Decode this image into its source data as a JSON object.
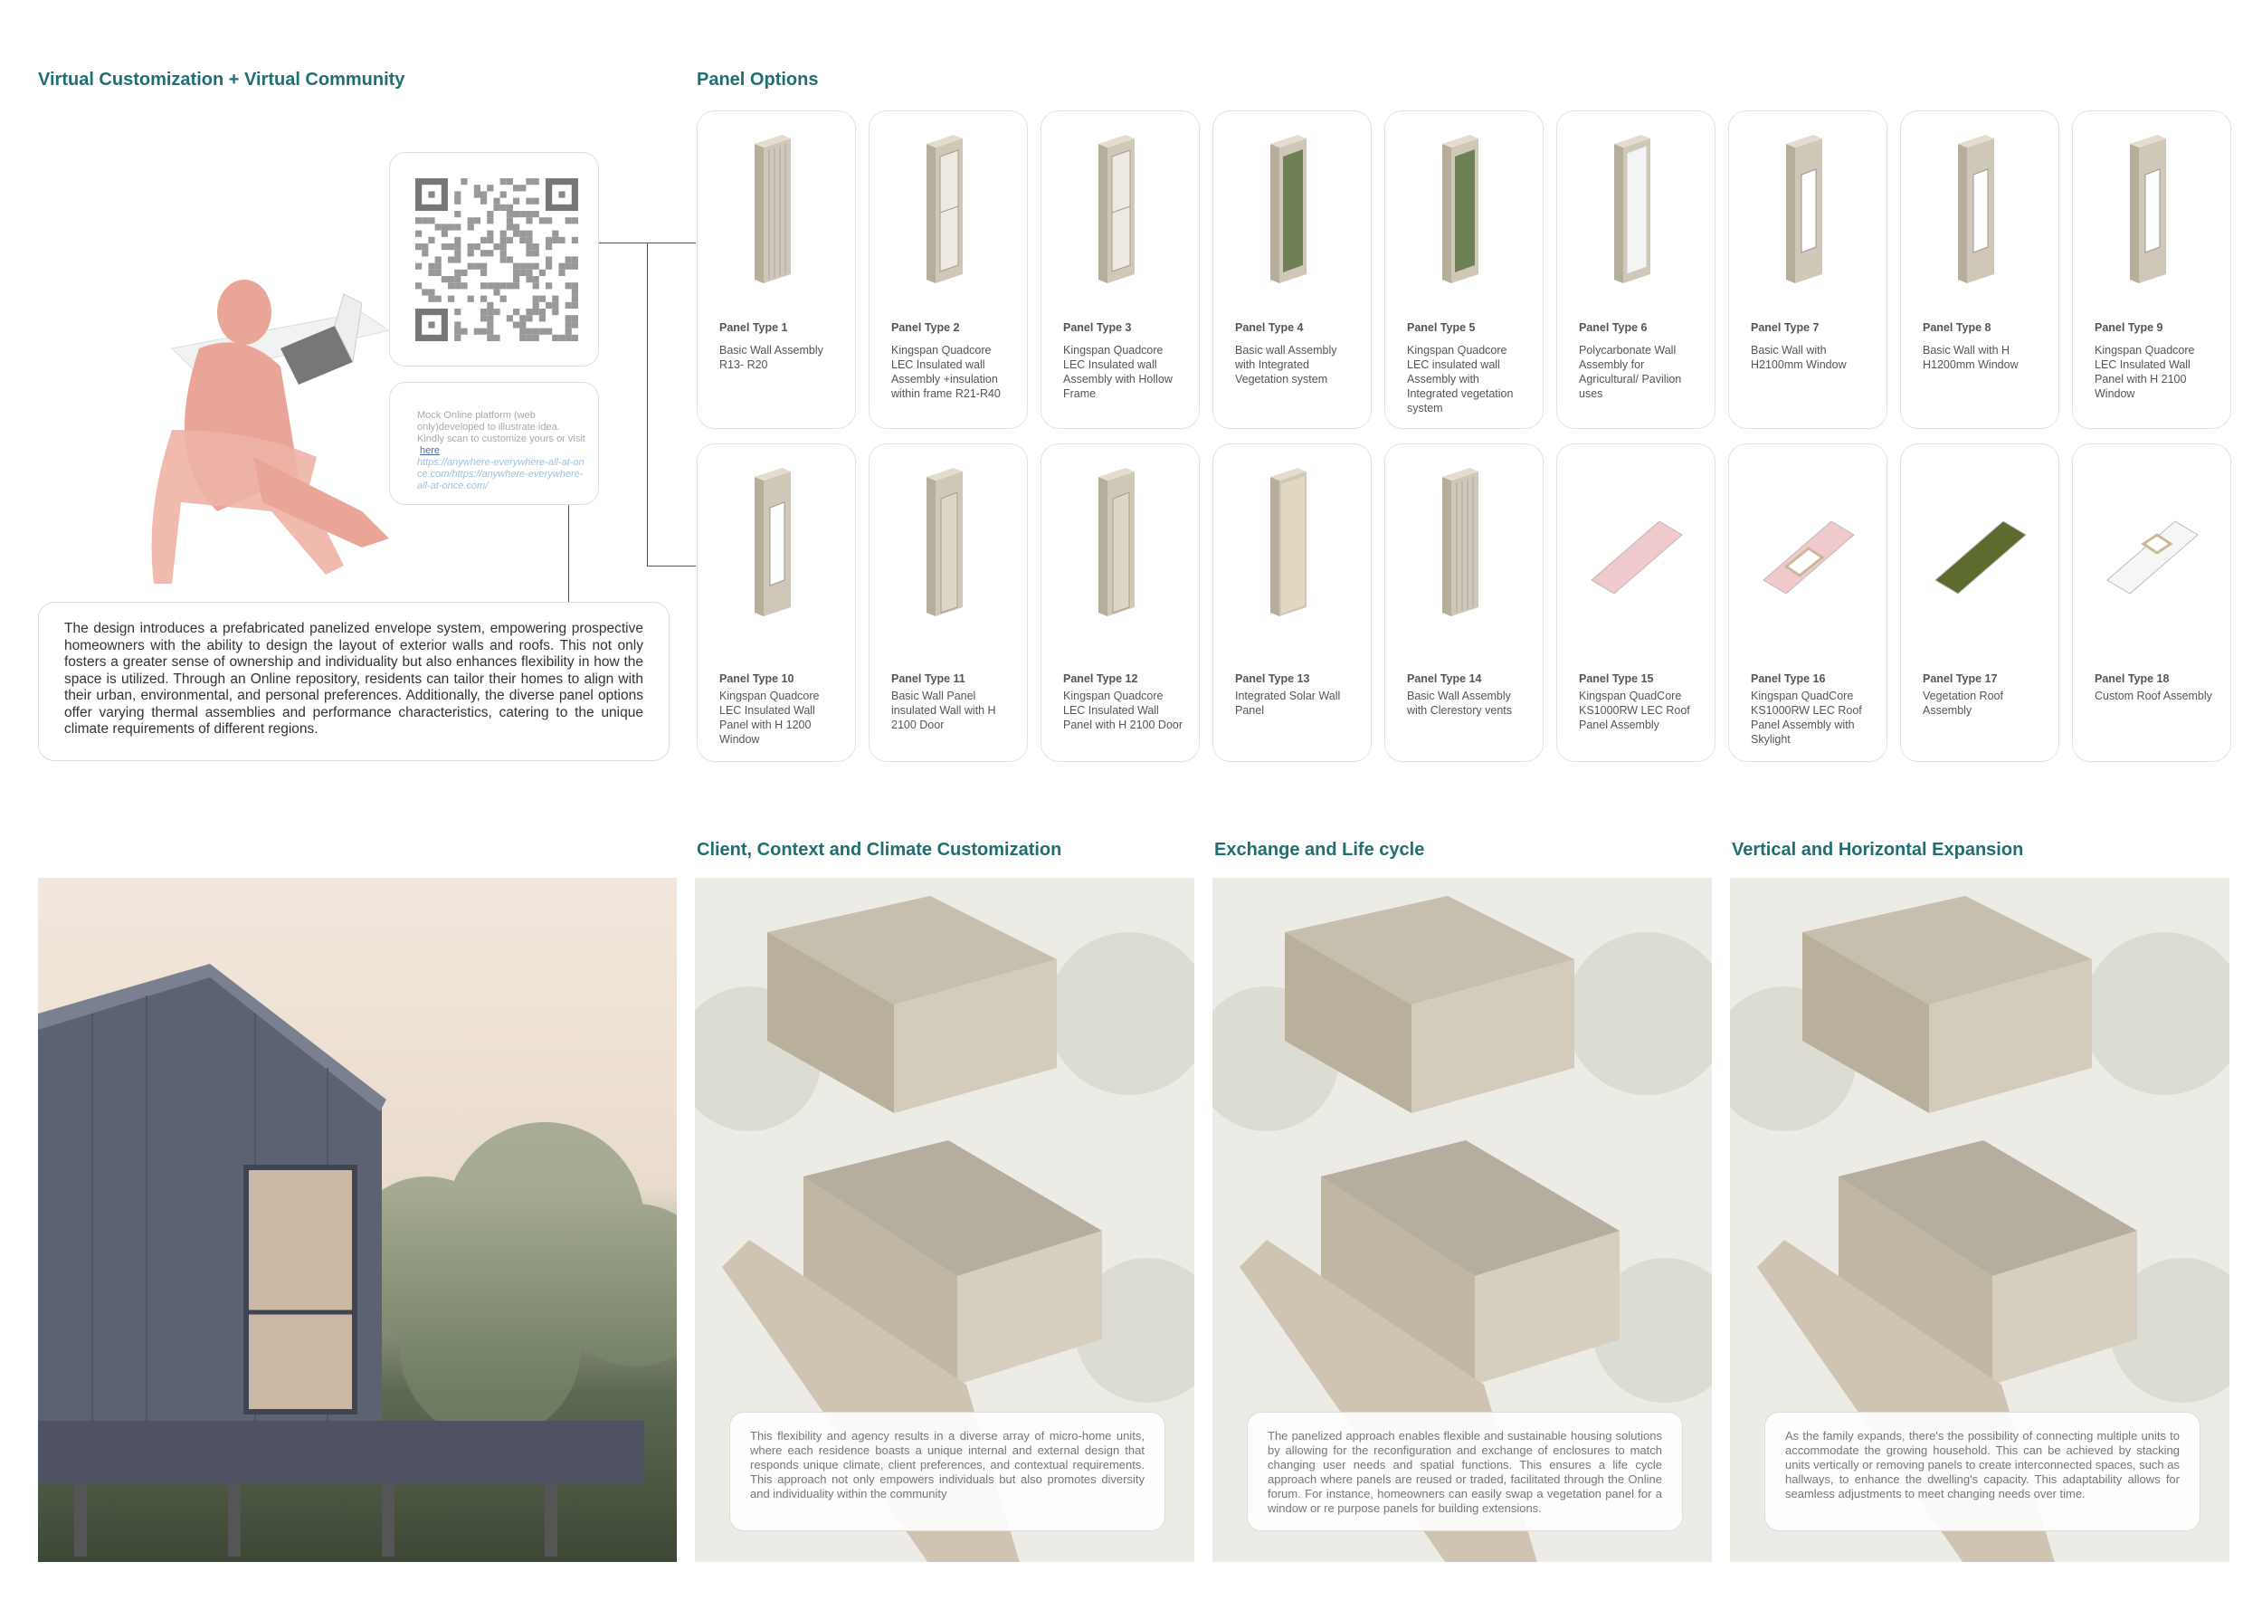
{
  "left": {
    "title": "Virtual Customization + Virtual Community",
    "platform_note": "Mock Online platform (web only)developed to illustrate idea. Kindly scan to  customize yours or visit",
    "here_link": "here",
    "url": "https://anywhere-everywhere-all-at-once.com/https://anywhere-everywhere-all-at-once.com/",
    "description": "The design introduces a prefabricated panelized envelope system, empowering prospective homeowners with the ability to design the layout of exterior walls and roofs. This not only fosters a greater sense of ownership and individuality but also enhances flexibility in how the space is utilized. Through an Online repository, residents can tailor their homes to align with their urban, environmental, and personal preferences. Additionally, the diverse panel options offer varying thermal assemblies and performance characteristics, catering to the unique climate requirements of different regions."
  },
  "panels": {
    "title": "Panel  Options",
    "items": [
      {
        "label": "Panel Type  1",
        "desc": "Basic Wall Assembly R13- R20",
        "kind": "wall"
      },
      {
        "label": "Panel Type  2",
        "desc": "Kingspan Quadcore LEC Insulated wall Assembly +insulation within frame R21-R40",
        "kind": "frame"
      },
      {
        "label": "Panel Type  3",
        "desc": "Kingspan Quadcore LEC  Insulated wall Assembly with Hollow Frame",
        "kind": "frame"
      },
      {
        "label": "Panel Type  4",
        "desc": "Basic wall Assembly with Integrated Vegetation system",
        "kind": "veg"
      },
      {
        "label": "Panel Type  5",
        "desc": "Kingspan Quadcore LEC  insulated wall Assembly with Integrated vegetation system",
        "kind": "veg"
      },
      {
        "label": "Panel Type  6",
        "desc": "Polycarbonate Wall Assembly for Agricultural/ Pavilion uses",
        "kind": "poly"
      },
      {
        "label": "Panel Type  7",
        "desc": "Basic Wall with H2100mm Window",
        "kind": "window"
      },
      {
        "label": "Panel Type  8",
        "desc": "Basic Wall  with H H1200mm Window",
        "kind": "window"
      },
      {
        "label": "Panel Type  9",
        "desc": "Kingspan Quadcore LEC  Insulated Wall Panel with H 2100 Window",
        "kind": "window"
      },
      {
        "label": "Panel Type  10",
        "desc": "Kingspan Quadcore LEC  Insulated Wall Panel with H 1200 Window",
        "kind": "window"
      },
      {
        "label": "Panel Type  11",
        "desc": "Basic Wall Panel insulated Wall with H 2100 Door",
        "kind": "door"
      },
      {
        "label": "Panel Type  12",
        "desc": "Kingspan Quadcore LEC Insulated Wall Panel with H 2100 Door",
        "kind": "door"
      },
      {
        "label": "Panel Type  13",
        "desc": "Integrated Solar Wall Panel",
        "kind": "solar"
      },
      {
        "label": "Panel Type  14",
        "desc": "Basic Wall Assembly with Clerestory vents",
        "kind": "wall"
      },
      {
        "label": "Panel Type  15",
        "desc": "Kingspan QuadCore KS1000RW LEC Roof Panel Assembly",
        "kind": "roof"
      },
      {
        "label": "Panel Type  16",
        "desc": "Kingspan QuadCore KS1000RW LEC Roof Panel Assembly with Skylight",
        "kind": "roofsky"
      },
      {
        "label": "Panel Type  17",
        "desc": "Vegetation Roof Assembly",
        "kind": "roofveg"
      },
      {
        "label": "Panel Type  18",
        "desc": "Custom Roof Assembly",
        "kind": "roofcustom"
      }
    ]
  },
  "sections": [
    {
      "title": "Client, Context and Climate Customization",
      "text": "This flexibility and agency results in a diverse array of micro-home units, where each residence boasts a unique internal and external design that responds unique climate, client preferences, and contextual requirements. This approach not only empowers individuals but also promotes diversity and individuality within the community"
    },
    {
      "title": "Exchange and Life cycle",
      "text": "The panelized approach enables flexible and sustainable housing solutions by allowing for the reconfiguration and exchange of enclosures to match changing user needs and spatial functions. This ensures a life cycle approach where panels are reused or traded, facilitated through the Online forum. For instance, homeowners can easily swap a vegetation panel for a window or re purpose panels for building extensions."
    },
    {
      "title": "Vertical and Horizontal Expansion",
      "text": "As the family expands, there's the possibility of connecting multiple units to accommodate the growing household. This can be achieved by stacking units vertically or removing panels to create interconnected spaces, such as hallways, to enhance the dwelling's capacity. This adaptability allows for seamless adjustments to meet changing needs over time."
    }
  ],
  "colors": {
    "accent": "#1f6e72",
    "figure": "#e8a598",
    "house": "#5d6273"
  }
}
